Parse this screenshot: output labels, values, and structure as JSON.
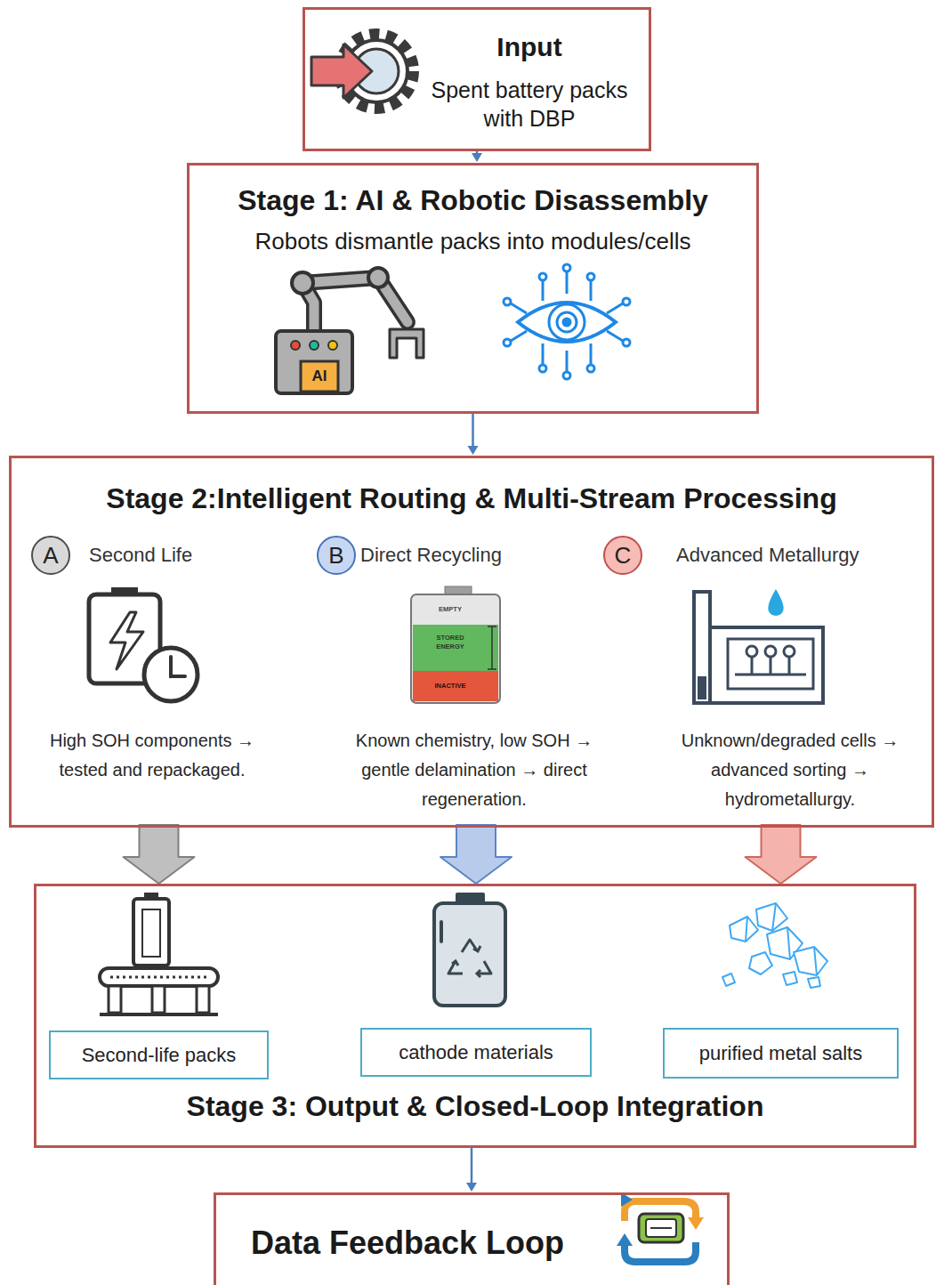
{
  "diagram": {
    "nodes": [
      {
        "text": [
          "Input",
          "Spent battery packs with DBP"
        ]
      },
      {
        "text": [
          "Stage 1: AI & Robotic Disassembly",
          "Robots dismantle packs into modules/cells"
        ]
      },
      {
        "text": [
          "Stage 2:Intelligent Routing & Multi-Stream Processing"
        ]
      },
      {
        "text": [
          "A",
          "Second Life"
        ],
        "in": 2
      },
      {
        "text": [
          "B",
          "Direct Recycling"
        ],
        "in": 2
      },
      {
        "text": [
          "C",
          "Advanced Metallurgy"
        ],
        "in": 2
      },
      {
        "text": [
          "Stage 3: Output & Closed-Loop Integration"
        ]
      },
      {
        "text": [
          "Second-life packs"
        ],
        "in": 6
      },
      {
        "text": [
          "cathode materials"
        ],
        "in": 6
      },
      {
        "text": [
          "purified metal salts"
        ],
        "in": 6
      },
      {
        "text": [
          "Data Feedback Loop"
        ]
      }
    ],
    "edges": [
      {
        "from": 0,
        "to": 1,
        "arrow": "to"
      },
      {
        "from": 1,
        "to": 2,
        "arrow": "to"
      },
      {
        "from": 2,
        "to": 7,
        "arrow": "to"
      },
      {
        "from": 2,
        "to": 8,
        "arrow": "to"
      },
      {
        "from": 2,
        "to": 9,
        "arrow": "to"
      },
      {
        "from": 6,
        "to": 10,
        "arrow": "to"
      }
    ],
    "labels": [
      "High SOH components → tested and repackaged.",
      "Known chemistry, low SOH → gentle delamination → direct regeneration.",
      "Unknown/degraded cells → advanced sorting → hydrometallurgy.",
      "AI",
      "EMPTY",
      "STORED ENERGY",
      "INACTIVE"
    ]
  }
}
